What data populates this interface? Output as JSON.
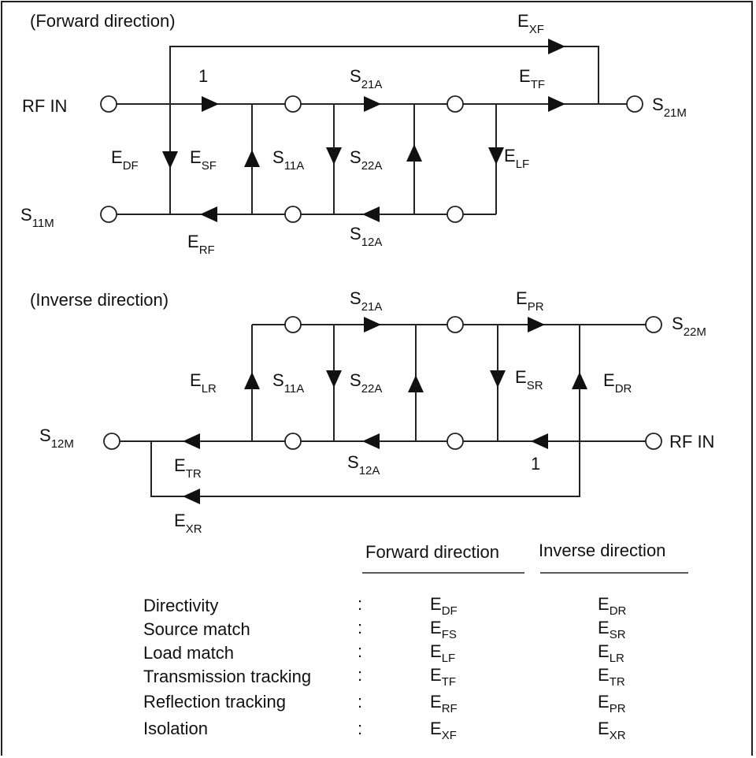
{
  "forward": {
    "title": "(Forward direction)",
    "port_in": "RF IN",
    "port_out": {
      "main": "S",
      "sub": "21M"
    },
    "port_refl": {
      "main": "S",
      "sub": "11M"
    },
    "unity": "1",
    "terms": {
      "EXF": {
        "main": "E",
        "sub": "XF"
      },
      "ETF": {
        "main": "E",
        "sub": "TF"
      },
      "EDF": {
        "main": "E",
        "sub": "DF"
      },
      "ESF": {
        "main": "E",
        "sub": "SF"
      },
      "ELF": {
        "main": "E",
        "sub": "LF"
      },
      "ERF": {
        "main": "E",
        "sub": "RF"
      },
      "S21A": {
        "main": "S",
        "sub": "21A"
      },
      "S11A": {
        "main": "S",
        "sub": "11A"
      },
      "S22A": {
        "main": "S",
        "sub": "22A"
      },
      "S12A": {
        "main": "S",
        "sub": "12A"
      }
    }
  },
  "inverse": {
    "title": "(Inverse direction)",
    "port_in": "RF IN",
    "port_out": {
      "main": "S",
      "sub": "12M"
    },
    "port_refl": {
      "main": "S",
      "sub": "22M"
    },
    "unity": "1",
    "terms": {
      "EPR": {
        "main": "E",
        "sub": "PR"
      },
      "ELR": {
        "main": "E",
        "sub": "LR"
      },
      "ESR": {
        "main": "E",
        "sub": "SR"
      },
      "EDR": {
        "main": "E",
        "sub": "DR"
      },
      "ETR": {
        "main": "E",
        "sub": "TR"
      },
      "EXR": {
        "main": "E",
        "sub": "XR"
      },
      "S21A": {
        "main": "S",
        "sub": "21A"
      },
      "S11A": {
        "main": "S",
        "sub": "11A"
      },
      "S22A": {
        "main": "S",
        "sub": "22A"
      },
      "S12A": {
        "main": "S",
        "sub": "12A"
      }
    }
  },
  "table": {
    "col_forward": "Forward direction",
    "col_inverse": "Inverse direction",
    "rows": [
      {
        "label": "Directivity",
        "sep": ":",
        "fwd": {
          "main": "E",
          "sub": "DF"
        },
        "inv": {
          "main": "E",
          "sub": "DR"
        }
      },
      {
        "label": "Source match",
        "sep": ":",
        "fwd": {
          "main": "E",
          "sub": "FS"
        },
        "inv": {
          "main": "E",
          "sub": "SR"
        }
      },
      {
        "label": "Load match",
        "sep": ":",
        "fwd": {
          "main": "E",
          "sub": "LF"
        },
        "inv": {
          "main": "E",
          "sub": "LR"
        }
      },
      {
        "label": "Transmission tracking",
        "sep": ":",
        "fwd": {
          "main": "E",
          "sub": "TF"
        },
        "inv": {
          "main": "E",
          "sub": "TR"
        }
      },
      {
        "label": "Reflection tracking",
        "sep": ":",
        "fwd": {
          "main": "E",
          "sub": "RF"
        },
        "inv": {
          "main": "E",
          "sub": "PR"
        }
      },
      {
        "label": "Isolation",
        "sep": ":",
        "fwd": {
          "main": "E",
          "sub": "XF"
        },
        "inv": {
          "main": "E",
          "sub": "XR"
        }
      }
    ]
  }
}
